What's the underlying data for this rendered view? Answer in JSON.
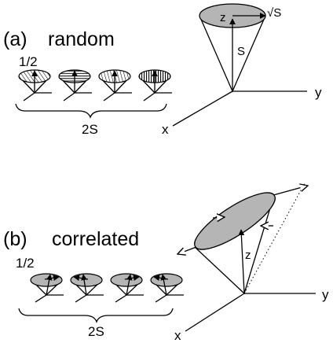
{
  "panel_a": {
    "label": "(a)",
    "title": "random",
    "spin_label": "1/2",
    "count_label": "2S",
    "cone_labels": {
      "z": "z",
      "radius": "√S",
      "length": "S"
    },
    "axes": {
      "x": "x",
      "y": "y"
    }
  },
  "panel_b": {
    "label": "(b)",
    "title": "correlated",
    "spin_label": "1/2",
    "count_label": "2S",
    "cone_labels": {
      "z": "z"
    },
    "axes": {
      "x": "x",
      "y": "y"
    }
  },
  "colors": {
    "ink": "#000000",
    "shade": "#b5b5b5",
    "background": "#ffffff"
  }
}
